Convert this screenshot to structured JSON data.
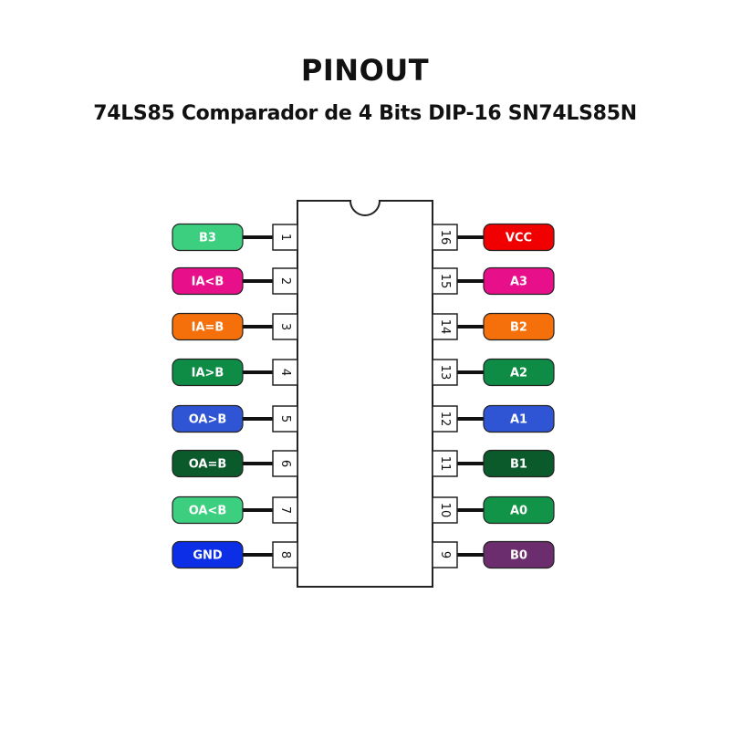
{
  "header": {
    "title": "PINOUT",
    "subtitle": "74LS85 Comparador de 4 Bits DIP-16 SN74LS85N"
  },
  "chip": {
    "package": "DIP-16",
    "notch": "top"
  },
  "pins_left": [
    {
      "number": "1",
      "label": "B3",
      "color": "#3dcf80"
    },
    {
      "number": "2",
      "label": "IA<B",
      "color": "#e8108a"
    },
    {
      "number": "3",
      "label": "IA=B",
      "color": "#f5700a"
    },
    {
      "number": "4",
      "label": "IA>B",
      "color": "#0e8c45"
    },
    {
      "number": "5",
      "label": "OA>B",
      "color": "#2f55d4"
    },
    {
      "number": "6",
      "label": "OA=B",
      "color": "#0b5a2c"
    },
    {
      "number": "7",
      "label": "OA<B",
      "color": "#3dcf80"
    },
    {
      "number": "8",
      "label": "GND",
      "color": "#0b2ee6"
    }
  ],
  "pins_right": [
    {
      "number": "16",
      "label": "VCC",
      "color": "#f00000"
    },
    {
      "number": "15",
      "label": "A3",
      "color": "#e8108a"
    },
    {
      "number": "14",
      "label": "B2",
      "color": "#f5700a"
    },
    {
      "number": "13",
      "label": "A2",
      "color": "#0e8c45"
    },
    {
      "number": "12",
      "label": "A1",
      "color": "#2f55d4"
    },
    {
      "number": "11",
      "label": "B1",
      "color": "#0b5a2c"
    },
    {
      "number": "10",
      "label": "A0",
      "color": "#119447"
    },
    {
      "number": "9",
      "label": "B0",
      "color": "#6b2d6e"
    }
  ]
}
